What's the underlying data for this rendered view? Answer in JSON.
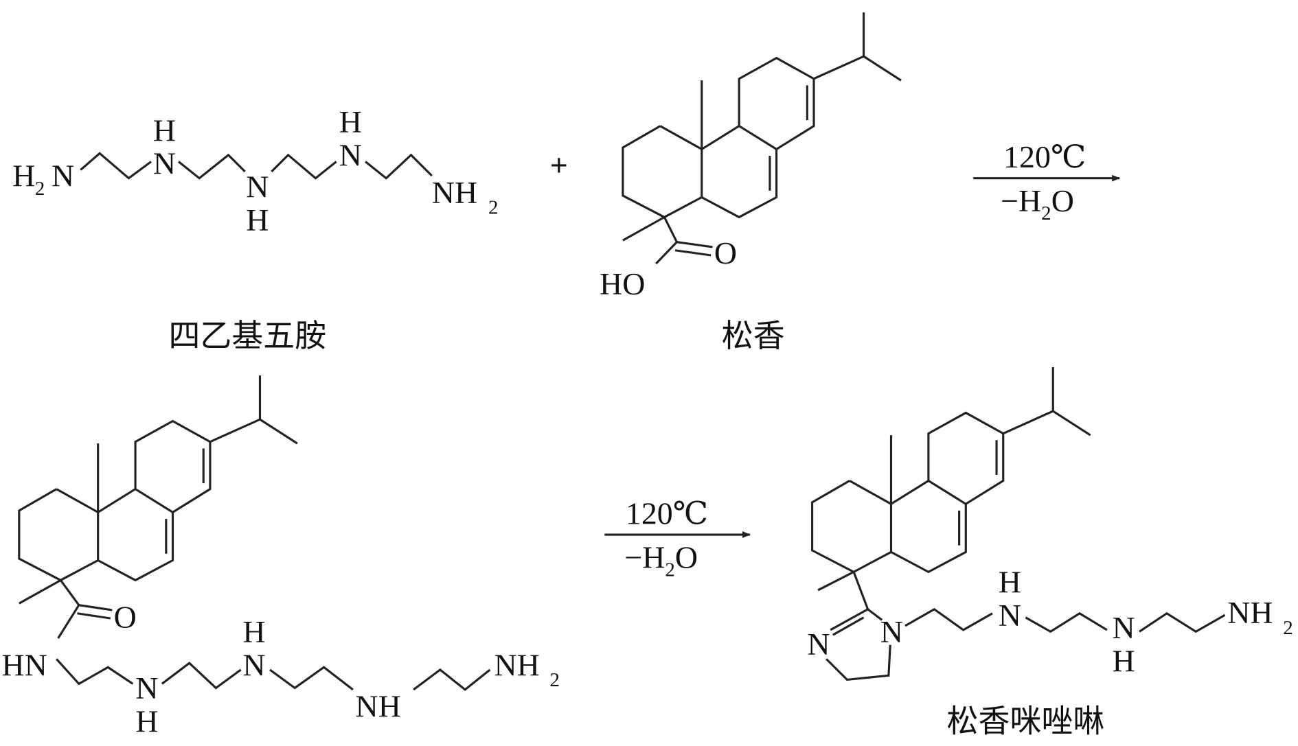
{
  "reactants": {
    "amine_name": "四乙基五胺",
    "rosin_name": "松香",
    "plus": "+",
    "atoms": {
      "H2N": "H",
      "sub2": "2",
      "N": "N",
      "H": "H",
      "NH": "NH",
      "O": "O",
      "HO": "HO",
      "HN": "HN"
    }
  },
  "step1": {
    "condition_top": "120℃",
    "condition_bottom": "−H",
    "condition_bottom_sub": "2",
    "condition_bottom_end": "O"
  },
  "step2": {
    "condition_top": "120℃",
    "condition_bottom": "−H",
    "condition_bottom_sub": "2",
    "condition_bottom_end": "O"
  },
  "product": {
    "name": "松香咪唑啉"
  }
}
